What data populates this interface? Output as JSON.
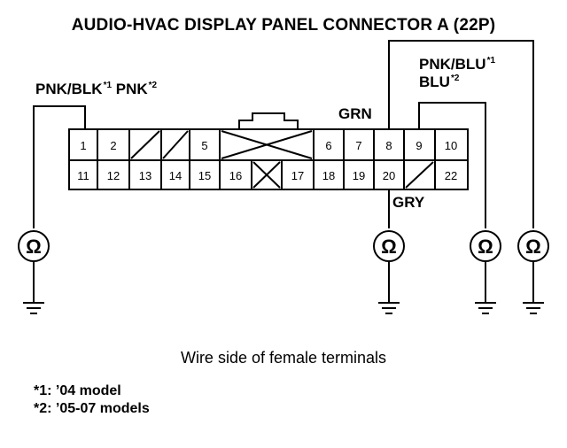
{
  "title": "AUDIO-HVAC DISPLAY PANEL CONNECTOR A (22P)",
  "labels": {
    "left_wire": {
      "part1": "PNK/BLK",
      "sup1": "*1",
      "part2": " PNK",
      "sup2": "*2"
    },
    "right_wire_line1": {
      "part1": "PNK/BLU",
      "sup1": "*1"
    },
    "right_wire_line2": {
      "part1": "BLU",
      "sup1": "*2"
    },
    "grn": "GRN",
    "gry": "GRY"
  },
  "connector": {
    "top_row": [
      "1",
      "2",
      "",
      "",
      "5",
      "",
      "6",
      "7",
      "8",
      "9",
      "10"
    ],
    "bottom_row": [
      "11",
      "12",
      "13",
      "14",
      "15",
      "16",
      "",
      "17",
      "18",
      "19",
      "20",
      "",
      "22"
    ]
  },
  "meters": [
    {
      "symbol": "Ω",
      "name": "ohmmeter-left"
    },
    {
      "symbol": "Ω",
      "name": "ohmmeter-gry"
    },
    {
      "symbol": "Ω",
      "name": "ohmmeter-pnk-blu"
    },
    {
      "symbol": "Ω",
      "name": "ohmmeter-grn"
    }
  ],
  "caption": "Wire side of female terminals",
  "notes": [
    "*1: ’04 model",
    "*2: ’05-07 models"
  ]
}
